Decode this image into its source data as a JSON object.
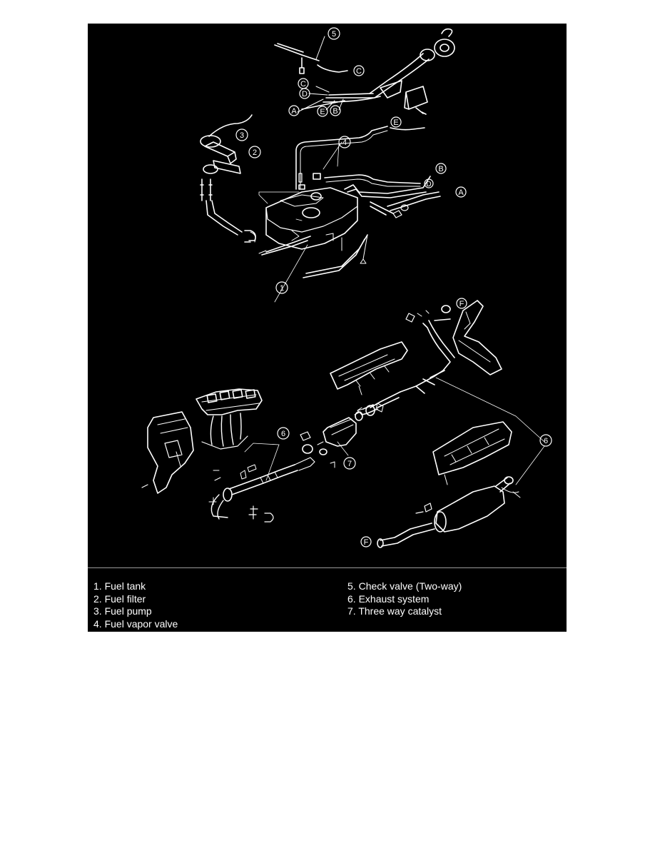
{
  "legend": {
    "left": [
      {
        "number": "1.",
        "text": "Fuel tank"
      },
      {
        "number": "2.",
        "text": "Fuel filter"
      },
      {
        "number": "3.",
        "text": "Fuel pump"
      },
      {
        "number": "4.",
        "text": "Fuel vapor valve"
      }
    ],
    "right": [
      {
        "number": "5.",
        "text": "Check valve (Two-way)"
      },
      {
        "number": "6.",
        "text": "Exhaust system"
      },
      {
        "number": "7.",
        "text": "Three way catalyst"
      }
    ]
  },
  "callouts": {
    "c1": "1",
    "c2": "2",
    "c3": "3",
    "c4": "4",
    "c5": "5",
    "c6a": "6",
    "c6b": "6",
    "c7": "7",
    "la1": "A",
    "la2": "A",
    "lb1": "B",
    "lb2": "B",
    "lc1": "C",
    "lc2": "C",
    "ld1": "D",
    "ld2": "D",
    "le1": "E",
    "le2": "E",
    "lf1": "F",
    "lf2": "F"
  },
  "colors": {
    "background": "#000000",
    "lines": "#ffffff",
    "page": "#ffffff"
  }
}
